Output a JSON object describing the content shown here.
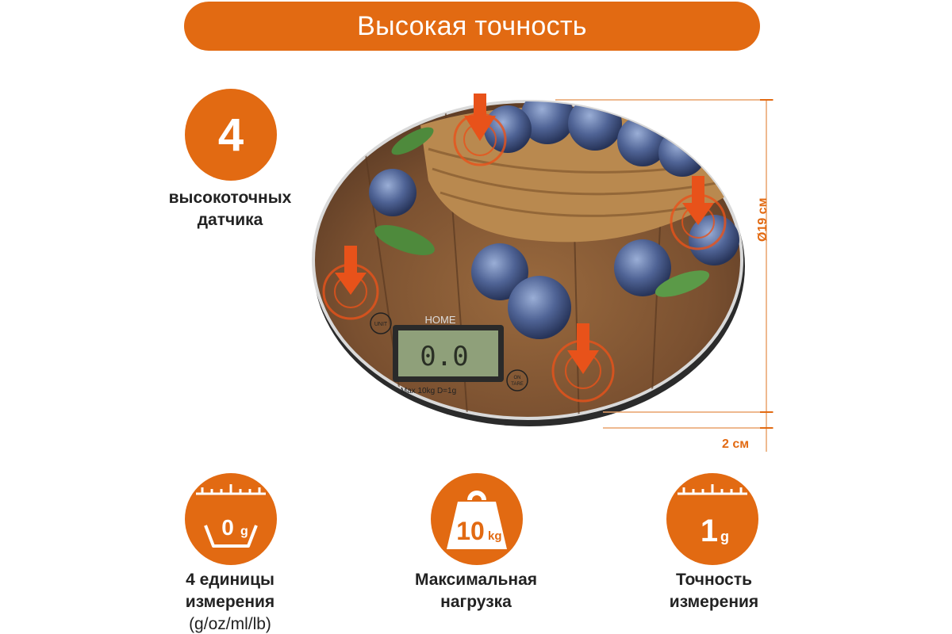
{
  "banner": {
    "title": "Высокая точность"
  },
  "sensors": {
    "count": "4",
    "label_line1": "высокоточных",
    "label_line2": "датчика"
  },
  "dimensions": {
    "diameter": "Ø19 см",
    "height": "2 см"
  },
  "scale_display": {
    "reading": "0.0",
    "model_text": "Max 10kg  D=1g",
    "brand": "HOME",
    "unit_button": "UNIT",
    "tare_button_line1": "ON",
    "tare_button_line2": "TARE"
  },
  "features": {
    "units": {
      "icon_value": "0",
      "icon_unit": "g",
      "label_line1": "4 единицы",
      "label_line2": "измерения",
      "label_line3": "(g/oz/ml/lb)"
    },
    "load": {
      "icon_value": "10",
      "icon_unit": "kg",
      "label_line1": "Максимальная",
      "label_line2": "нагрузка"
    },
    "accuracy": {
      "icon_value": "1",
      "icon_unit": "g",
      "label_line1": "Точность",
      "label_line2": "измерения"
    }
  },
  "colors": {
    "accent": "#e26a12",
    "text": "#222222",
    "white": "#ffffff"
  }
}
